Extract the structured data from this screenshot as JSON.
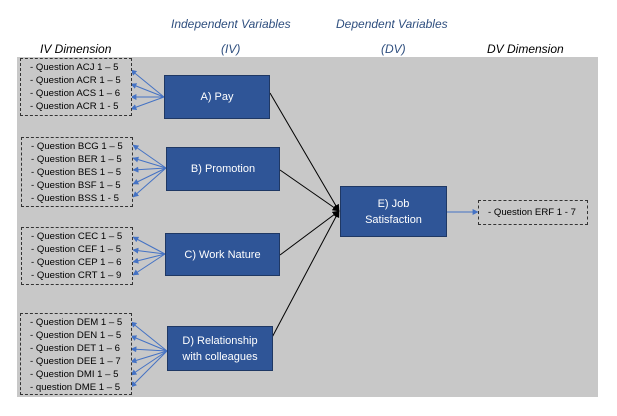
{
  "headers": {
    "iv_title": "Independent Variables",
    "iv_abbr": "(IV)",
    "dv_title": "Dependent Variables",
    "dv_abbr": "(DV)",
    "iv_dimension": "IV Dimension",
    "dv_dimension": "DV Dimension"
  },
  "colors": {
    "node_fill": "#2f5597",
    "panel_bg": "#c8c8c8",
    "header_blue": "#2f4f7f",
    "arrow_blue": "#4472c4"
  },
  "iv_nodes": [
    {
      "label": "A) Pay",
      "questions": [
        "- Question ACJ 1 – 5",
        "- Question ACR 1 – 5",
        "- Question ACS 1 – 6",
        "- Question ACR 1 - 5"
      ]
    },
    {
      "label": "B) Promotion",
      "questions": [
        "- Question BCG 1 – 5",
        "- Question BER 1 – 5",
        "- Question BES 1 – 5",
        "- Question BSF 1 – 5",
        "- Question BSS 1 - 5"
      ]
    },
    {
      "label": "C) Work Nature",
      "questions": [
        "- Question CEC 1 – 5",
        "- Question CEF 1 – 5",
        "- Question CEP 1 – 6",
        "- Question CRT 1 – 9"
      ]
    },
    {
      "label_line1": "D) Relationship",
      "label_line2": "with colleagues",
      "questions": [
        "- Question DEM 1 – 5",
        "- Question DEN 1 – 5",
        "- Question DET 1 – 6",
        "- Question DEE 1 – 7",
        "- Question DMI 1 – 5",
        "- question DME 1 – 5"
      ]
    }
  ],
  "dv_node": {
    "label_line1": "E) Job",
    "label_line2": "Satisfaction"
  },
  "dv_questions": [
    "- Question ERF 1 - 7"
  ]
}
